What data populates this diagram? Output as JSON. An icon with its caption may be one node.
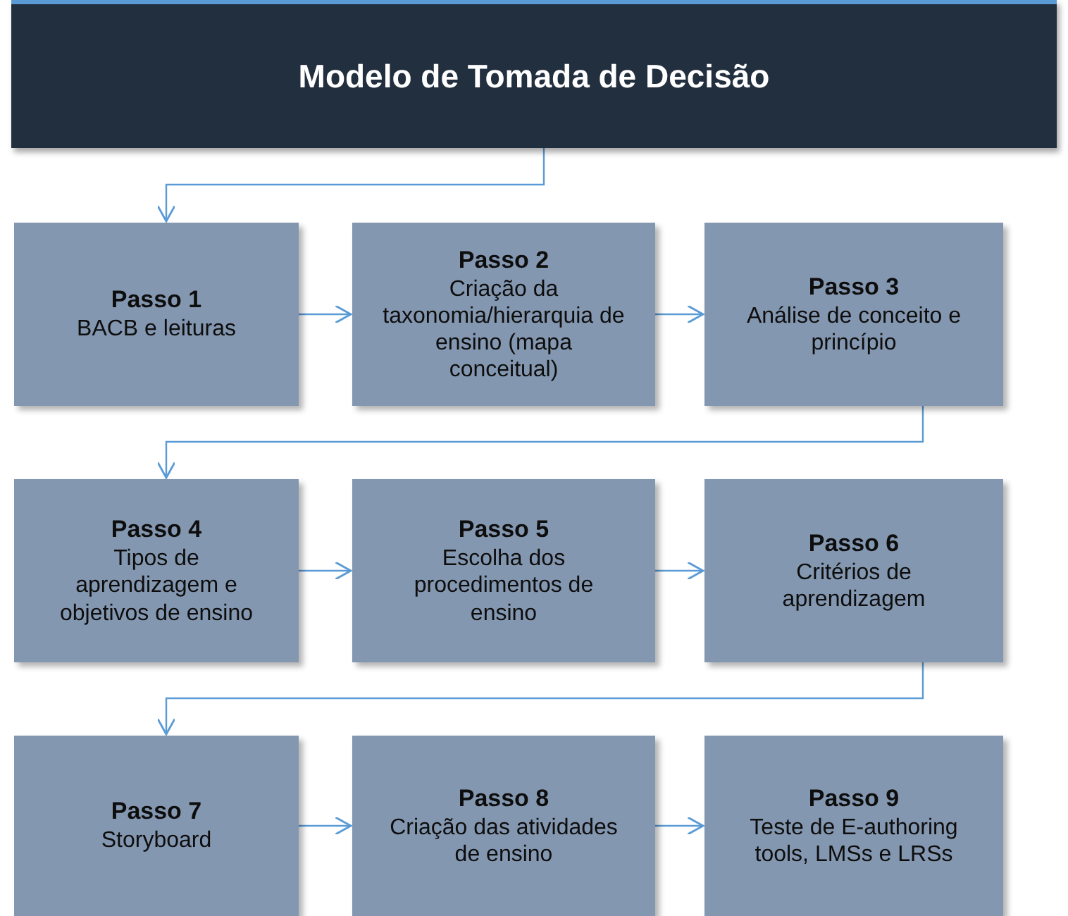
{
  "diagram": {
    "nodes": [
      {
        "text": [
          "Modelo de Tomada de Decisão"
        ]
      },
      {
        "text": [
          "Passo 1",
          "BACB e leituras"
        ]
      },
      {
        "text": [
          "Passo 2",
          "Criação da taxonomia/hierarquia de ensino (mapa conceitual)"
        ]
      },
      {
        "text": [
          "Passo 3",
          "Análise de conceito e princípio"
        ]
      },
      {
        "text": [
          "Passo 4",
          "Tipos de aprendizagem e objetivos de ensino"
        ]
      },
      {
        "text": [
          "Passo 5",
          "Escolha dos procedimentos de ensino"
        ]
      },
      {
        "text": [
          "Passo 6",
          "Critérios de aprendizagem"
        ]
      },
      {
        "text": [
          "Passo 7",
          "Storyboard"
        ]
      },
      {
        "text": [
          "Passo 8",
          "Criação das atividades de ensino"
        ]
      },
      {
        "text": [
          "Passo 9",
          "Teste de E-authoring tools, LMSs e LRSs"
        ]
      }
    ],
    "edges": [
      {
        "from": 0,
        "to": 1,
        "arrow": "to"
      },
      {
        "from": 1,
        "to": 2,
        "arrow": "to"
      },
      {
        "from": 2,
        "to": 3,
        "arrow": "to"
      },
      {
        "from": 3,
        "to": 4,
        "arrow": "to"
      },
      {
        "from": 4,
        "to": 5,
        "arrow": "to"
      },
      {
        "from": 5,
        "to": 6,
        "arrow": "to"
      },
      {
        "from": 6,
        "to": 7,
        "arrow": "to"
      },
      {
        "from": 7,
        "to": 8,
        "arrow": "to"
      },
      {
        "from": 8,
        "to": 9,
        "arrow": "to"
      }
    ]
  }
}
